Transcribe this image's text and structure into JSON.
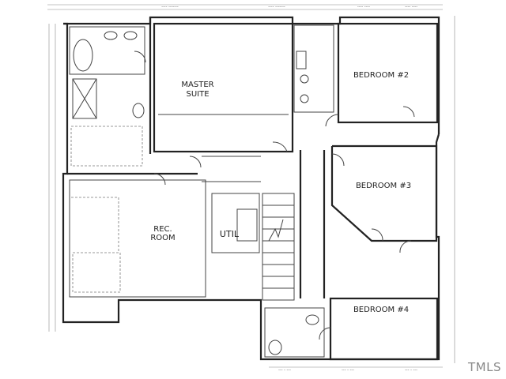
{
  "rooms": {
    "master_line1": "MASTER",
    "master_line2": "SUITE",
    "bedroom2": "BEDROOM #2",
    "bedroom3": "BEDROOM #3",
    "bedroom4": "BEDROOM #4",
    "rec_line1": "REC.",
    "rec_line2": "ROOM",
    "util": "UTIL"
  },
  "watermark": "TMLS"
}
